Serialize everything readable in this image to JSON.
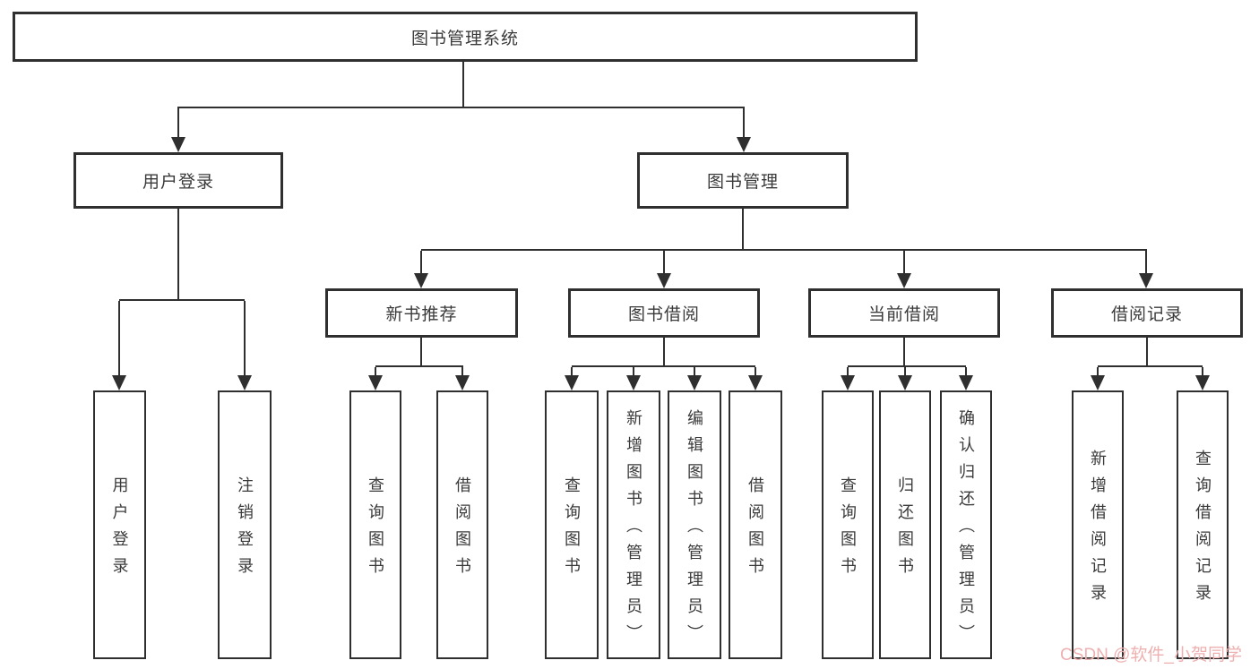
{
  "colors": {
    "line": "#2f2f2f",
    "text": "#3a3a3a",
    "background": "#ffffff",
    "watermark": "#eeb0b0"
  },
  "root": {
    "label": "图书管理系统"
  },
  "user_login": {
    "label": "用户登录",
    "children": [
      "用户登录",
      "注销登录"
    ]
  },
  "book_management": {
    "label": "图书管理",
    "sections": [
      {
        "label": "新书推荐",
        "children": [
          "查询图书",
          "借阅图书"
        ]
      },
      {
        "label": "图书借阅",
        "children": [
          "查询图书",
          "新增图书（管理员）",
          "编辑图书（管理员）",
          "借阅图书"
        ]
      },
      {
        "label": "当前借阅",
        "children": [
          "查询图书",
          "归还图书",
          "确认归还（管理员）"
        ]
      },
      {
        "label": "借阅记录",
        "children": [
          "新增借阅记录",
          "查询借阅记录"
        ]
      }
    ]
  },
  "watermark": {
    "text": "CSDN @软件_小贺同学"
  }
}
